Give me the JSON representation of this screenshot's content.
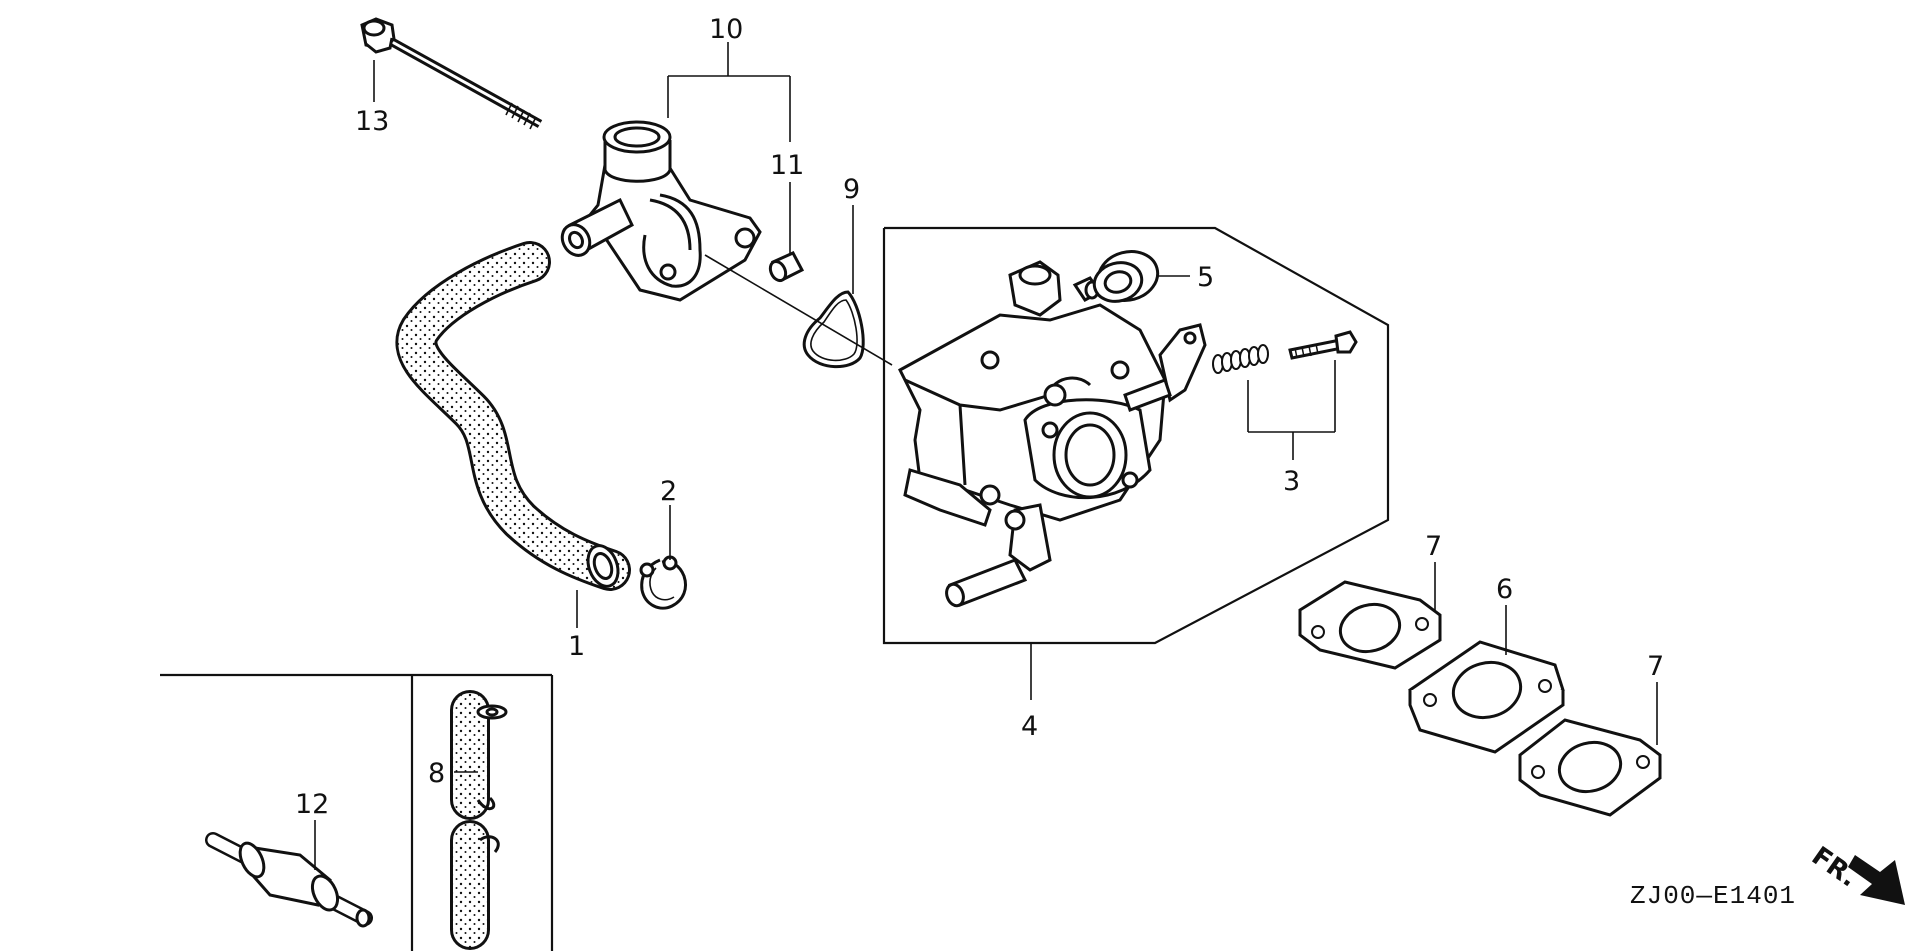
{
  "diagram": {
    "code": "ZJ00—E1401",
    "front_label": "FR.",
    "callouts": {
      "1": "1",
      "2": "2",
      "3": "3",
      "4": "4",
      "5": "5",
      "6": "6",
      "7a": "7",
      "7b": "7",
      "8": "8",
      "9": "9",
      "10": "10",
      "11": "11",
      "12": "12",
      "13": "13"
    }
  }
}
